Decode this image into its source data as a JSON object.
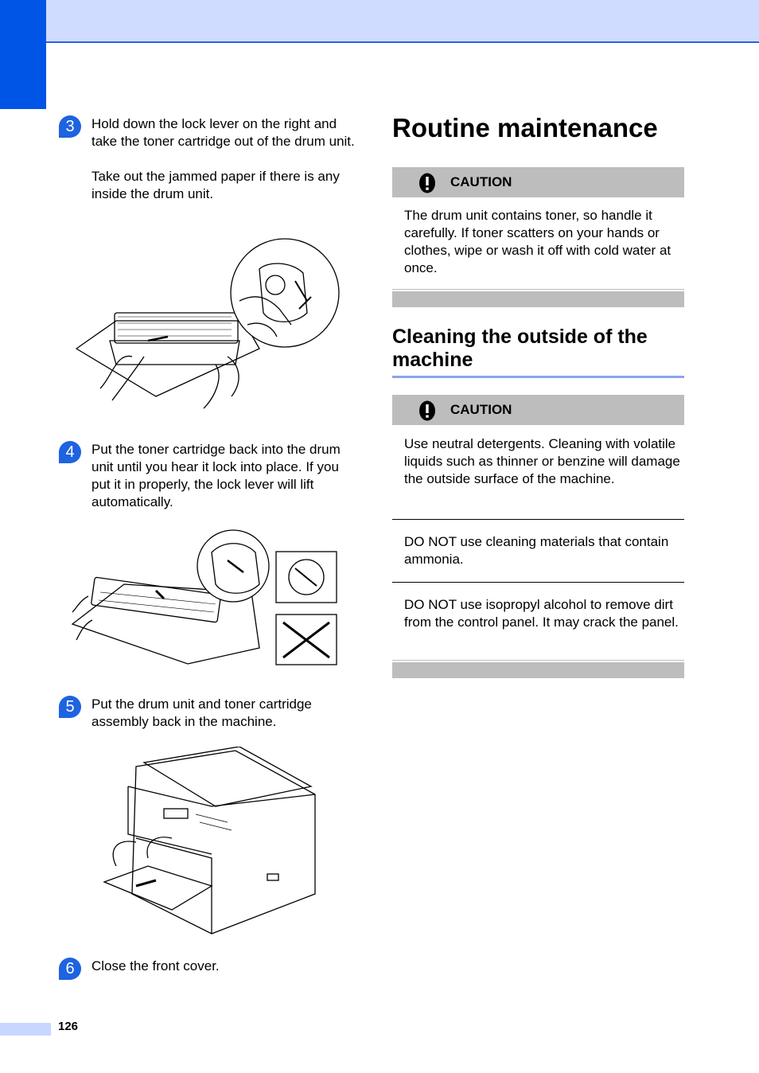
{
  "steps": [
    {
      "number": "3",
      "paragraphs": [
        "Hold down the lock lever on the right and take the toner cartridge out of the drum unit.",
        "Take out the jammed paper if there is any inside the drum unit."
      ]
    },
    {
      "number": "4",
      "paragraphs": [
        "Put the toner cartridge back into the drum unit until you hear it lock into place. If you put it in properly, the lock lever will lift automatically."
      ]
    },
    {
      "number": "5",
      "paragraphs": [
        "Put the drum unit and toner cartridge assembly back in the machine."
      ]
    },
    {
      "number": "6",
      "paragraphs": [
        "Close the front cover."
      ]
    }
  ],
  "section_title": "Routine maintenance",
  "subsection_title": "Cleaning the outside of the machine",
  "caution_label": "CAUTION",
  "caution1": {
    "text": "The drum unit contains toner, so handle it carefully. If toner scatters on your hands or clothes, wipe or wash it off with cold water at once."
  },
  "caution2": {
    "items": [
      "Use neutral detergents. Cleaning with volatile liquids such as thinner or benzine will damage the outside surface of the machine.",
      "DO NOT use cleaning materials that contain ammonia.",
      "DO NOT use isopropyl alcohol to remove dirt from the control panel. It may crack the panel."
    ]
  },
  "page_number": "126",
  "colors": {
    "accent": "#1e63e0",
    "band": "#cfdcff",
    "caution_gray": "#bdbdbd"
  }
}
